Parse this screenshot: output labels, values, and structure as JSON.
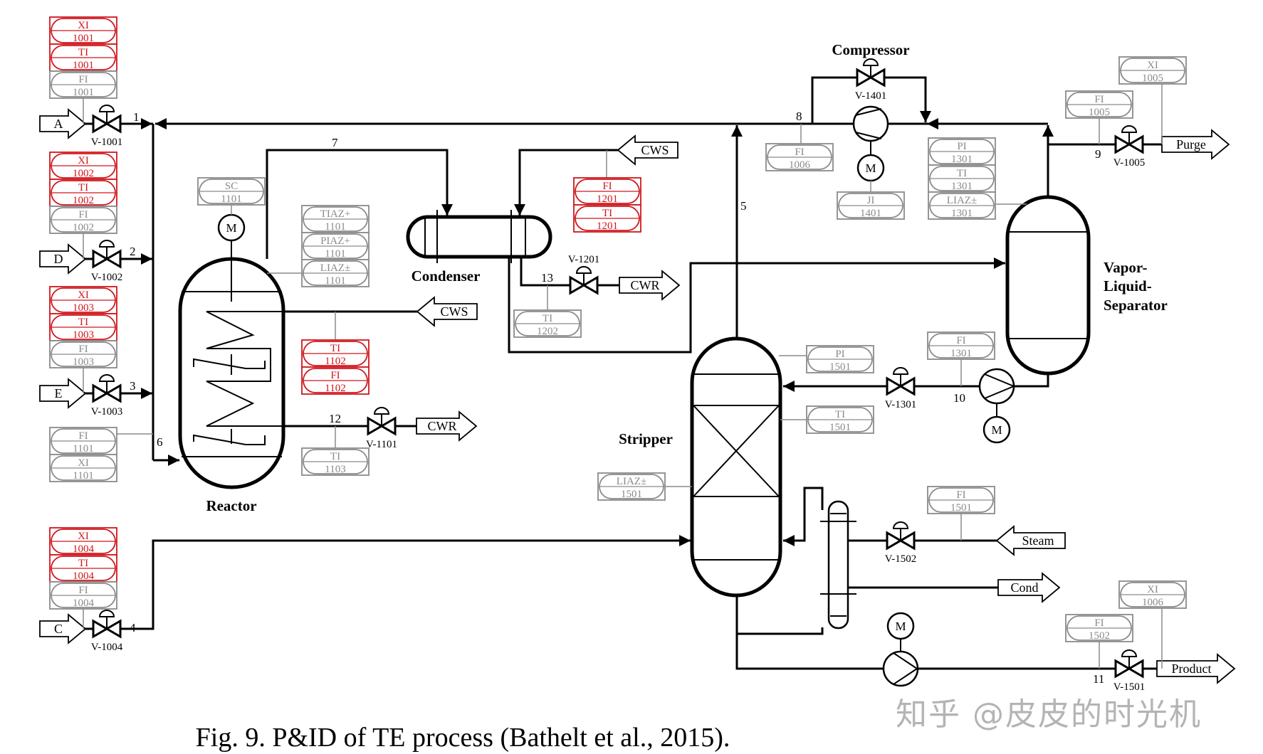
{
  "figure": {
    "caption": "Fig. 9. P&ID of TE process (Bathelt et al., 2015).",
    "watermark": "知乎 @皮皮的时光机"
  },
  "colors": {
    "line": "#000000",
    "instrument_normal": "#8a8a8a",
    "instrument_highlight": "#d0161c"
  },
  "units": {
    "reactor": "Reactor",
    "condenser": "Condenser",
    "compressor": "Compressor",
    "separator": [
      "Vapor-",
      "Liquid-",
      "Separator"
    ],
    "stripper": "Stripper"
  },
  "feeds": {
    "A": "A",
    "D": "D",
    "E": "E",
    "C": "C"
  },
  "terminals": {
    "purge": "Purge",
    "product": "Product",
    "steam": "Steam",
    "cond": "Cond",
    "cws_reactor": "CWS",
    "cwr_reactor": "CWR",
    "cws_condenser": "CWS",
    "cwr_condenser": "CWR"
  },
  "streams": {
    "s1": "1",
    "s2": "2",
    "s3": "3",
    "s4": "4",
    "s5": "5",
    "s6": "6",
    "s7": "7",
    "s8": "8",
    "s9": "9",
    "s10": "10",
    "s11": "11",
    "s12": "12",
    "s13": "13"
  },
  "valves": {
    "v1001": "V-1001",
    "v1002": "V-1002",
    "v1003": "V-1003",
    "v1004": "V-1004",
    "v1005": "V-1005",
    "v1101": "V-1101",
    "v1201": "V-1201",
    "v1301": "V-1301",
    "v1401": "V-1401",
    "v1501": "V-1501",
    "v1502": "V-1502"
  },
  "motor_label": "M",
  "instruments": {
    "xi1001": {
      "tag": "XI",
      "num": "1001",
      "highlight": true
    },
    "ti1001": {
      "tag": "TI",
      "num": "1001",
      "highlight": true
    },
    "fi1001": {
      "tag": "FI",
      "num": "1001",
      "highlight": false
    },
    "xi1002": {
      "tag": "XI",
      "num": "1002",
      "highlight": true
    },
    "ti1002": {
      "tag": "TI",
      "num": "1002",
      "highlight": true
    },
    "fi1002": {
      "tag": "FI",
      "num": "1002",
      "highlight": false
    },
    "xi1003": {
      "tag": "XI",
      "num": "1003",
      "highlight": true
    },
    "ti1003": {
      "tag": "TI",
      "num": "1003",
      "highlight": true
    },
    "fi1003": {
      "tag": "FI",
      "num": "1003",
      "highlight": false
    },
    "fi1101": {
      "tag": "FI",
      "num": "1101",
      "highlight": false
    },
    "xi1101": {
      "tag": "XI",
      "num": "1101",
      "highlight": false
    },
    "xi1004": {
      "tag": "XI",
      "num": "1004",
      "highlight": true
    },
    "ti1004": {
      "tag": "TI",
      "num": "1004",
      "highlight": true
    },
    "fi1004": {
      "tag": "FI",
      "num": "1004",
      "highlight": false
    },
    "sc1101": {
      "tag": "SC",
      "num": "1101",
      "highlight": false
    },
    "tiaz1101": {
      "tag": "TIAZ+",
      "num": "1101",
      "highlight": false
    },
    "piaz1101": {
      "tag": "PIAZ+",
      "num": "1101",
      "highlight": false
    },
    "liaz1101": {
      "tag": "LIAZ±",
      "num": "1101",
      "highlight": false
    },
    "ti1102": {
      "tag": "TI",
      "num": "1102",
      "highlight": true
    },
    "fi1102": {
      "tag": "FI",
      "num": "1102",
      "highlight": true
    },
    "ti1103": {
      "tag": "TI",
      "num": "1103",
      "highlight": false
    },
    "fi1201": {
      "tag": "FI",
      "num": "1201",
      "highlight": true
    },
    "ti1201": {
      "tag": "TI",
      "num": "1201",
      "highlight": true
    },
    "ti1202": {
      "tag": "TI",
      "num": "1202",
      "highlight": false
    },
    "fi1006": {
      "tag": "FI",
      "num": "1006",
      "highlight": false
    },
    "ji1401": {
      "tag": "JI",
      "num": "1401",
      "highlight": false
    },
    "pi1301": {
      "tag": "PI",
      "num": "1301",
      "highlight": false
    },
    "ti1301": {
      "tag": "TI",
      "num": "1301",
      "highlight": false
    },
    "liaz1301": {
      "tag": "LIAZ±",
      "num": "1301",
      "highlight": false
    },
    "fi1005": {
      "tag": "FI",
      "num": "1005",
      "highlight": false
    },
    "xi1005": {
      "tag": "XI",
      "num": "1005",
      "highlight": false
    },
    "fi1301": {
      "tag": "FI",
      "num": "1301",
      "highlight": false
    },
    "pi1501": {
      "tag": "PI",
      "num": "1501",
      "highlight": false
    },
    "ti1501": {
      "tag": "TI",
      "num": "1501",
      "highlight": false
    },
    "liaz1501": {
      "tag": "LIAZ±",
      "num": "1501",
      "highlight": false
    },
    "fi1501": {
      "tag": "FI",
      "num": "1501",
      "highlight": false
    },
    "fi1502": {
      "tag": "FI",
      "num": "1502",
      "highlight": false
    },
    "xi1006": {
      "tag": "XI",
      "num": "1006",
      "highlight": false
    }
  }
}
